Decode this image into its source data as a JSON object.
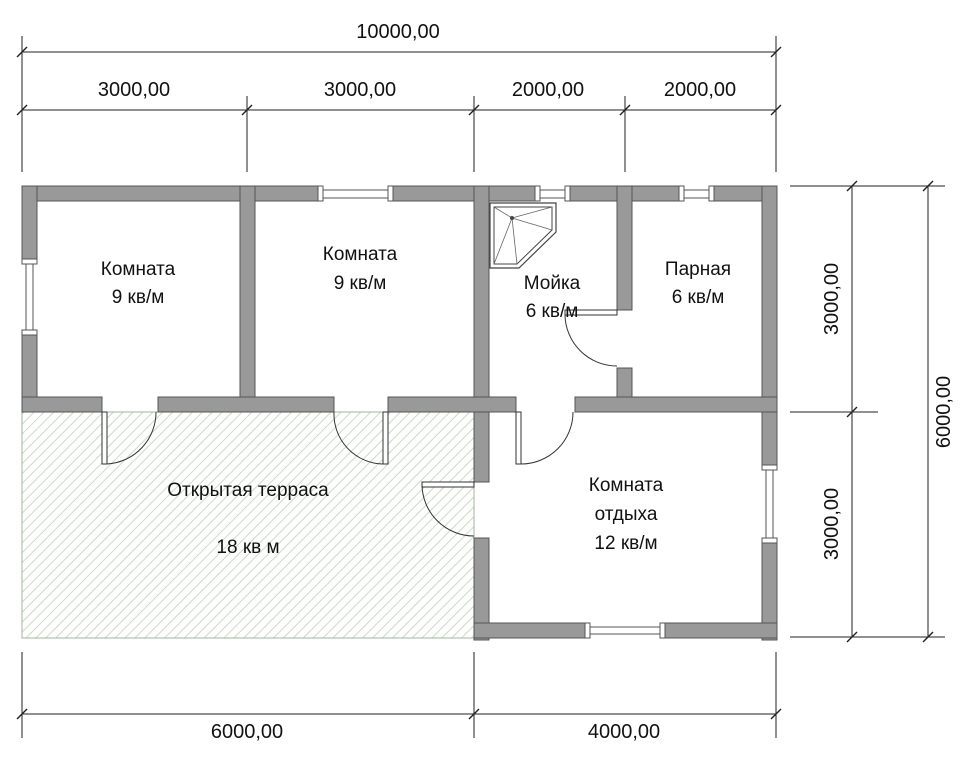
{
  "dimensions": {
    "total_width": "10000,00",
    "top_segments": [
      "3000,00",
      "3000,00",
      "2000,00",
      "2000,00"
    ],
    "bottom_segments": [
      "6000,00",
      "4000,00"
    ],
    "right_segments": [
      "3000,00",
      "3000,00"
    ],
    "total_height": "6000,00"
  },
  "rooms": {
    "room1": {
      "name": "Комната",
      "area": "9 кв/м"
    },
    "room2": {
      "name": "Комната",
      "area": "9 кв/м"
    },
    "wash": {
      "name": "Мойка",
      "area": "6 кв/м"
    },
    "steam": {
      "name": "Парная",
      "area": "6 кв/м"
    },
    "terrace": {
      "name": "Открытая терраса",
      "area": "18 кв м"
    },
    "rest": {
      "name_line1": "Комната",
      "name_line2": "отдыха",
      "area": "12 кв/м"
    }
  },
  "colors": {
    "wall": "#999999",
    "terrace_hatch": "#c8dcc0",
    "line": "#222222"
  }
}
